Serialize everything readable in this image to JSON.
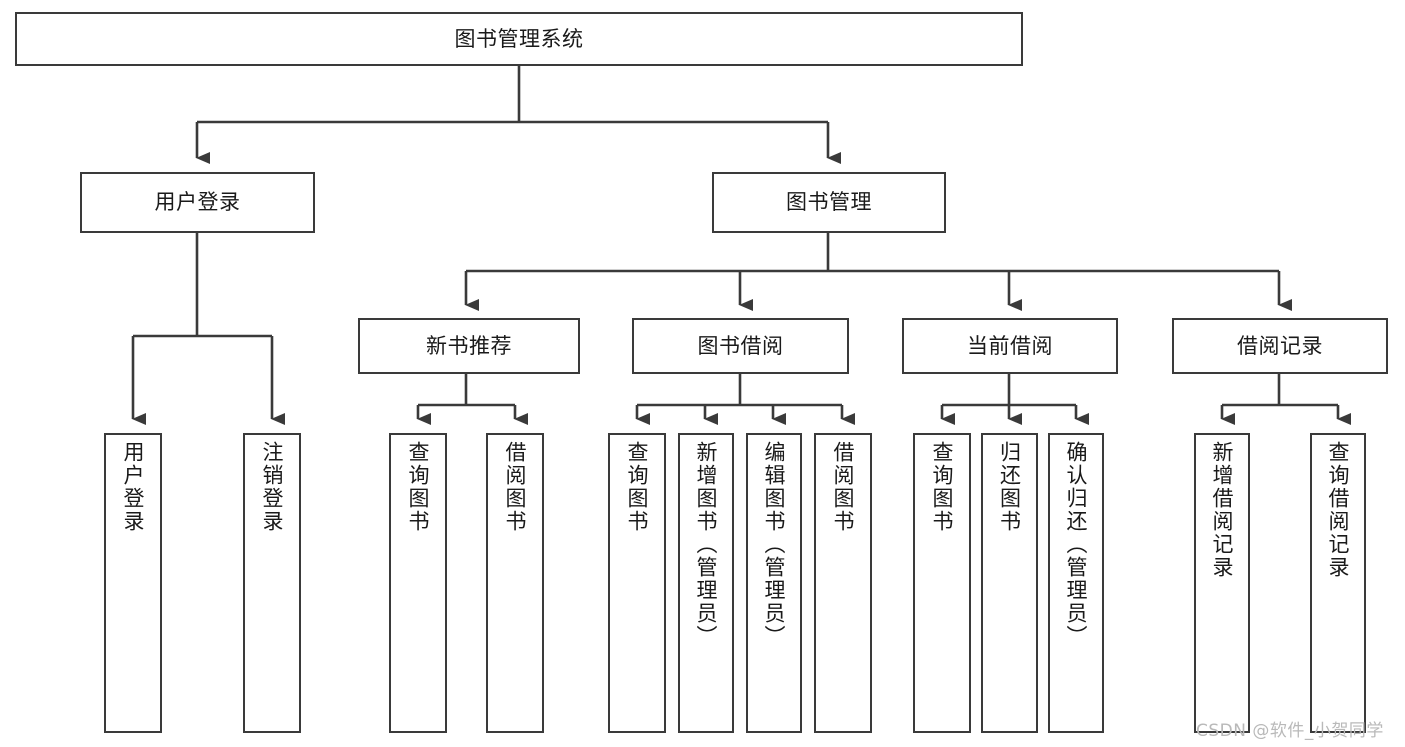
{
  "diagram": {
    "type": "tree-hierarchy-chart",
    "title": "图书管理系统",
    "background_color": "#ffffff",
    "line_color": "#3a3a3a",
    "box_border_color": "#3a3a3a",
    "box_fill_color": "#ffffff",
    "text_color": "#1a1a1a"
  },
  "root": {
    "label": "图书管理系统"
  },
  "level1": [
    {
      "label": "用户登录"
    },
    {
      "label": "图书管理"
    }
  ],
  "level2": [
    {
      "label": "新书推荐"
    },
    {
      "label": "图书借阅"
    },
    {
      "label": "当前借阅"
    },
    {
      "label": "借阅记录"
    }
  ],
  "leaves": {
    "user_login": [
      {
        "label": "用户登录"
      },
      {
        "label": "注销登录"
      }
    ],
    "new_book_recommend": [
      {
        "label": "查询图书"
      },
      {
        "label": "借阅图书"
      }
    ],
    "book_borrow": [
      {
        "label": "查询图书"
      },
      {
        "label": "新增图书（管理员）"
      },
      {
        "label": "编辑图书（管理员）"
      },
      {
        "label": "借阅图书"
      }
    ],
    "current_borrow": [
      {
        "label": "查询图书"
      },
      {
        "label": "归还图书"
      },
      {
        "label": "确认归还（管理员）"
      }
    ],
    "borrow_record": [
      {
        "label": "新增借阅记录"
      },
      {
        "label": "查询借阅记录"
      }
    ]
  },
  "watermark": {
    "text": "CSDN @软件_小贺同学"
  }
}
